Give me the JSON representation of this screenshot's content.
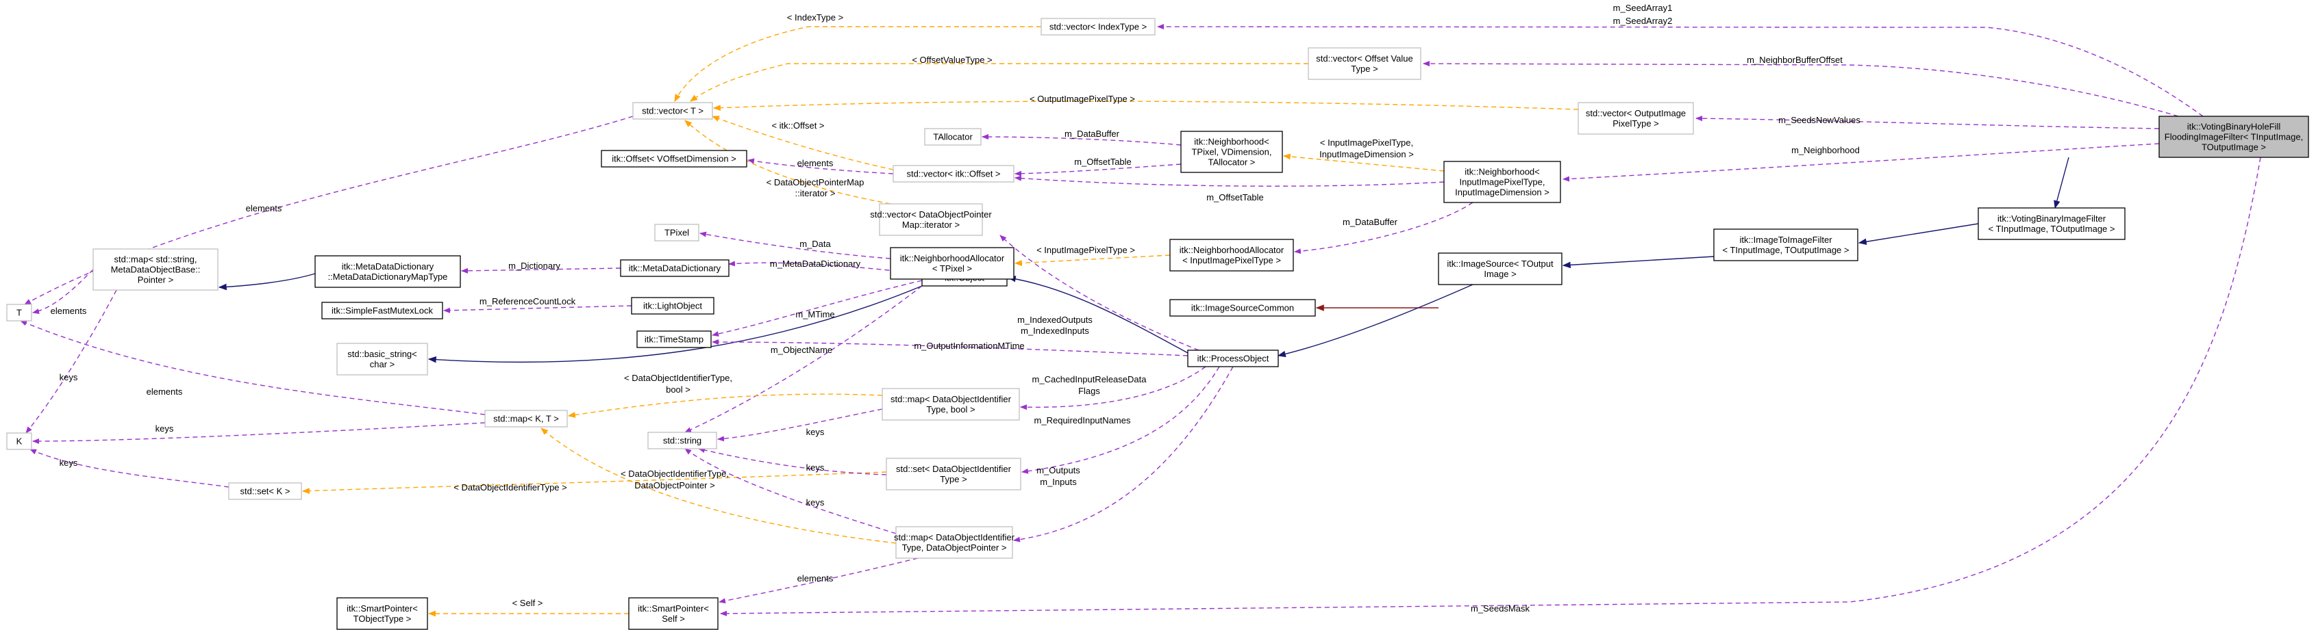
{
  "colors": {
    "usage": "#9a32cd",
    "template": "#ffa500",
    "inherit": "#191970",
    "inherit_private": "#8b1a1a",
    "solid_border": "#000000",
    "grey_border": "#bfbfbf",
    "highlight_fill": "#bfbfbf",
    "node_fill": "#ffffff"
  },
  "nodes": [
    {
      "id": "vbhf",
      "lines": [
        "itk::VotingBinaryHoleFill",
        "FloodingImageFilter< TInputImage,",
        "TOutputImage >"
      ],
      "style": "highlight"
    },
    {
      "id": "vbif",
      "lines": [
        "itk::VotingBinaryImageFilter",
        "< TInputImage, TOutputImage >"
      ],
      "style": "solid"
    },
    {
      "id": "itif",
      "lines": [
        "itk::ImageToImageFilter",
        "< TInputImage, TOutputImage >"
      ],
      "style": "solid"
    },
    {
      "id": "isrc",
      "lines": [
        "itk::ImageSource< TOutput",
        "Image >"
      ],
      "style": "solid"
    },
    {
      "id": "isc",
      "lines": [
        "itk::ImageSourceCommon"
      ],
      "style": "solid"
    },
    {
      "id": "po",
      "lines": [
        "itk::ProcessObject"
      ],
      "style": "solid"
    },
    {
      "id": "obj",
      "lines": [
        "itk::Object"
      ],
      "style": "solid"
    },
    {
      "id": "lo",
      "lines": [
        "itk::LightObject"
      ],
      "style": "solid"
    },
    {
      "id": "sfml",
      "lines": [
        "itk::SimpleFastMutexLock"
      ],
      "style": "solid"
    },
    {
      "id": "ts",
      "lines": [
        "itk::TimeStamp"
      ],
      "style": "solid"
    },
    {
      "id": "mdd",
      "lines": [
        "itk::MetaDataDictionary"
      ],
      "style": "solid"
    },
    {
      "id": "mddmt",
      "lines": [
        "itk::MetaDataDictionary",
        "::MetaDataDictionaryMapType"
      ],
      "style": "solid"
    },
    {
      "id": "mapsm",
      "lines": [
        "std::map< std::string,",
        "MetaDataObjectBase::",
        "Pointer >"
      ],
      "style": "grey"
    },
    {
      "id": "T",
      "lines": [
        "T"
      ],
      "style": "grey"
    },
    {
      "id": "K",
      "lines": [
        "K"
      ],
      "style": "grey"
    },
    {
      "id": "vecT",
      "lines": [
        "std::vector< T >"
      ],
      "style": "grey"
    },
    {
      "id": "vecIdx",
      "lines": [
        "std::vector< IndexType >"
      ],
      "style": "grey"
    },
    {
      "id": "vecOff",
      "lines": [
        "std::vector< Offset Value",
        "Type >"
      ],
      "style": "grey"
    },
    {
      "id": "vecOut",
      "lines": [
        "std::vector< OutputImage",
        "PixelType >"
      ],
      "style": "grey"
    },
    {
      "id": "talloc",
      "lines": [
        "TAllocator"
      ],
      "style": "grey"
    },
    {
      "id": "nbr1",
      "lines": [
        "itk::Neighborhood<",
        "TPixel, VDimension,",
        "TAllocator >"
      ],
      "style": "solid"
    },
    {
      "id": "nbr2",
      "lines": [
        "itk::Neighborhood<",
        "InputImagePixelType,",
        "InputImageDimension >"
      ],
      "style": "solid"
    },
    {
      "id": "offv",
      "lines": [
        "itk::Offset< VOffsetDimension >"
      ],
      "style": "solid"
    },
    {
      "id": "vecItkOff",
      "lines": [
        "std::vector< itk::Offset >"
      ],
      "style": "grey"
    },
    {
      "id": "tpix",
      "lines": [
        "TPixel"
      ],
      "style": "grey"
    },
    {
      "id": "na1",
      "lines": [
        "itk::NeighborhoodAllocator",
        "< TPixel >"
      ],
      "style": "solid"
    },
    {
      "id": "na2",
      "lines": [
        "itk::NeighborhoodAllocator",
        "< InputImagePixelType >"
      ],
      "style": "solid"
    },
    {
      "id": "vecDop",
      "lines": [
        "std::vector< DataObjectPointer",
        "Map::iterator >"
      ],
      "style": "grey"
    },
    {
      "id": "bstr",
      "lines": [
        "std::basic_string<",
        "char >"
      ],
      "style": "grey"
    },
    {
      "id": "str",
      "lines": [
        "std::string"
      ],
      "style": "grey"
    },
    {
      "id": "mapKT",
      "lines": [
        "std::map< K, T >"
      ],
      "style": "grey"
    },
    {
      "id": "setK",
      "lines": [
        "std::set< K >"
      ],
      "style": "grey"
    },
    {
      "id": "mapDoib",
      "lines": [
        "std::map< DataObjectIdentifier",
        "Type, bool >"
      ],
      "style": "grey"
    },
    {
      "id": "setDoi",
      "lines": [
        "std::set< DataObjectIdentifier",
        "Type >"
      ],
      "style": "grey"
    },
    {
      "id": "mapDoip",
      "lines": [
        "std::map< DataObjectIdentifier",
        "Type, DataObjectPointer >"
      ],
      "style": "grey"
    },
    {
      "id": "spSelf",
      "lines": [
        "itk::SmartPointer<",
        "Self >"
      ],
      "style": "solid"
    },
    {
      "id": "spObj",
      "lines": [
        "itk::SmartPointer<",
        "TObjectType >"
      ],
      "style": "solid"
    }
  ],
  "edges": [
    {
      "id": "e-seedarr",
      "kind": "usage",
      "labels": [
        "m_SeedArray1",
        "m_SeedArray2"
      ]
    },
    {
      "id": "e-nbroff",
      "kind": "usage",
      "labels": [
        "m_NeighborBufferOffset"
      ]
    },
    {
      "id": "e-seednew",
      "kind": "usage",
      "labels": [
        "m_SeedsNewValues"
      ]
    },
    {
      "id": "e-nbrhood",
      "kind": "usage",
      "labels": [
        "m_Neighborhood"
      ]
    },
    {
      "id": "e-seedmask",
      "kind": "usage",
      "labels": [
        "m_SeedsMask"
      ]
    },
    {
      "id": "e-vbif",
      "kind": "inherit",
      "labels": []
    },
    {
      "id": "e-itif",
      "kind": "inherit",
      "labels": []
    },
    {
      "id": "e-isrc",
      "kind": "inherit",
      "labels": []
    },
    {
      "id": "e-isc",
      "kind": "inherit_private",
      "labels": []
    },
    {
      "id": "e-po",
      "kind": "inherit",
      "labels": []
    },
    {
      "id": "e-obj",
      "kind": "inherit",
      "labels": []
    },
    {
      "id": "e-mddmt",
      "kind": "inherit",
      "labels": []
    },
    {
      "id": "e-bstr",
      "kind": "inherit",
      "labels": []
    },
    {
      "id": "e-t-idx",
      "kind": "template",
      "labels": [
        "< IndexType >"
      ]
    },
    {
      "id": "e-t-offv",
      "kind": "template",
      "labels": [
        "< OffsetValueType >"
      ]
    },
    {
      "id": "e-t-out",
      "kind": "template",
      "labels": [
        "< OutputImagePixelType >"
      ]
    },
    {
      "id": "e-t-itkoff",
      "kind": "template",
      "labels": [
        "< itk::Offset >"
      ]
    },
    {
      "id": "e-t-dop",
      "kind": "template",
      "labels": [
        "< DataObjectPointerMap",
        "::iterator >"
      ]
    },
    {
      "id": "e-elem-vecT",
      "kind": "usage",
      "labels": [
        "elements"
      ]
    },
    {
      "id": "e-offv",
      "kind": "usage",
      "labels": [
        "elements"
      ]
    },
    {
      "id": "e-talloc",
      "kind": "usage",
      "labels": [
        "m_DataBuffer"
      ]
    },
    {
      "id": "e-offtab1",
      "kind": "usage",
      "labels": [
        "m_OffsetTable"
      ]
    },
    {
      "id": "e-offtab2",
      "kind": "usage",
      "labels": [
        "m_OffsetTable"
      ]
    },
    {
      "id": "e-t-nbr2",
      "kind": "template",
      "labels": [
        "< InputImagePixelType,",
        "InputImageDimension >"
      ]
    },
    {
      "id": "e-databuf2",
      "kind": "usage",
      "labels": [
        "m_DataBuffer"
      ]
    },
    {
      "id": "e-t-na2",
      "kind": "template",
      "labels": [
        "< InputImagePixelType >"
      ]
    },
    {
      "id": "e-data",
      "kind": "usage",
      "labels": [
        "m_Data"
      ]
    },
    {
      "id": "e-dict",
      "kind": "usage",
      "labels": [
        "m_Dictionary"
      ]
    },
    {
      "id": "e-mdd",
      "kind": "usage",
      "labels": [
        "m_MetaDataDictionary"
      ]
    },
    {
      "id": "e-refcount",
      "kind": "usage",
      "labels": [
        "m_ReferenceCountLock"
      ]
    },
    {
      "id": "e-mtime",
      "kind": "usage",
      "labels": [
        "m_MTime"
      ]
    },
    {
      "id": "e-outinfo",
      "kind": "usage",
      "labels": [
        "m_OutputInformationMTime"
      ]
    },
    {
      "id": "e-objname",
      "kind": "usage",
      "labels": [
        "m_ObjectName"
      ]
    },
    {
      "id": "e-indexed",
      "kind": "usage",
      "labels": [
        "m_IndexedOutputs",
        "m_IndexedInputs"
      ]
    },
    {
      "id": "e-cached",
      "kind": "usage",
      "labels": [
        "m_CachedInputReleaseData",
        "Flags"
      ]
    },
    {
      "id": "e-reqin",
      "kind": "usage",
      "labels": [
        "m_RequiredInputNames"
      ]
    },
    {
      "id": "e-outin",
      "kind": "usage",
      "labels": [
        "m_Outputs",
        "m_Inputs"
      ]
    },
    {
      "id": "e-elem-mapsm",
      "kind": "usage",
      "labels": [
        "elements"
      ]
    },
    {
      "id": "e-keys-mapsm",
      "kind": "usage",
      "labels": [
        "keys"
      ]
    },
    {
      "id": "e-elem-mapKT",
      "kind": "usage",
      "labels": [
        "elements"
      ]
    },
    {
      "id": "e-keys-mapKT",
      "kind": "usage",
      "labels": [
        "keys"
      ]
    },
    {
      "id": "e-keys-setK",
      "kind": "usage",
      "labels": [
        "keys"
      ]
    },
    {
      "id": "e-t-doib",
      "kind": "template",
      "labels": [
        "< DataObjectIdentifierType,",
        "bool >"
      ]
    },
    {
      "id": "e-keys-doib",
      "kind": "usage",
      "labels": [
        "keys"
      ]
    },
    {
      "id": "e-t-doit",
      "kind": "template",
      "labels": [
        "< DataObjectIdentifierType >"
      ]
    },
    {
      "id": "e-keys-doi",
      "kind": "usage",
      "labels": [
        "keys"
      ]
    },
    {
      "id": "e-t-doip",
      "kind": "template",
      "labels": [
        "< DataObjectIdentifierType,",
        "DataObjectPointer >"
      ]
    },
    {
      "id": "e-keys-doip",
      "kind": "usage",
      "labels": [
        "keys"
      ]
    },
    {
      "id": "e-elem-doip",
      "kind": "usage",
      "labels": [
        "elements"
      ]
    },
    {
      "id": "e-t-self",
      "kind": "template",
      "labels": [
        "< Self >"
      ]
    }
  ]
}
